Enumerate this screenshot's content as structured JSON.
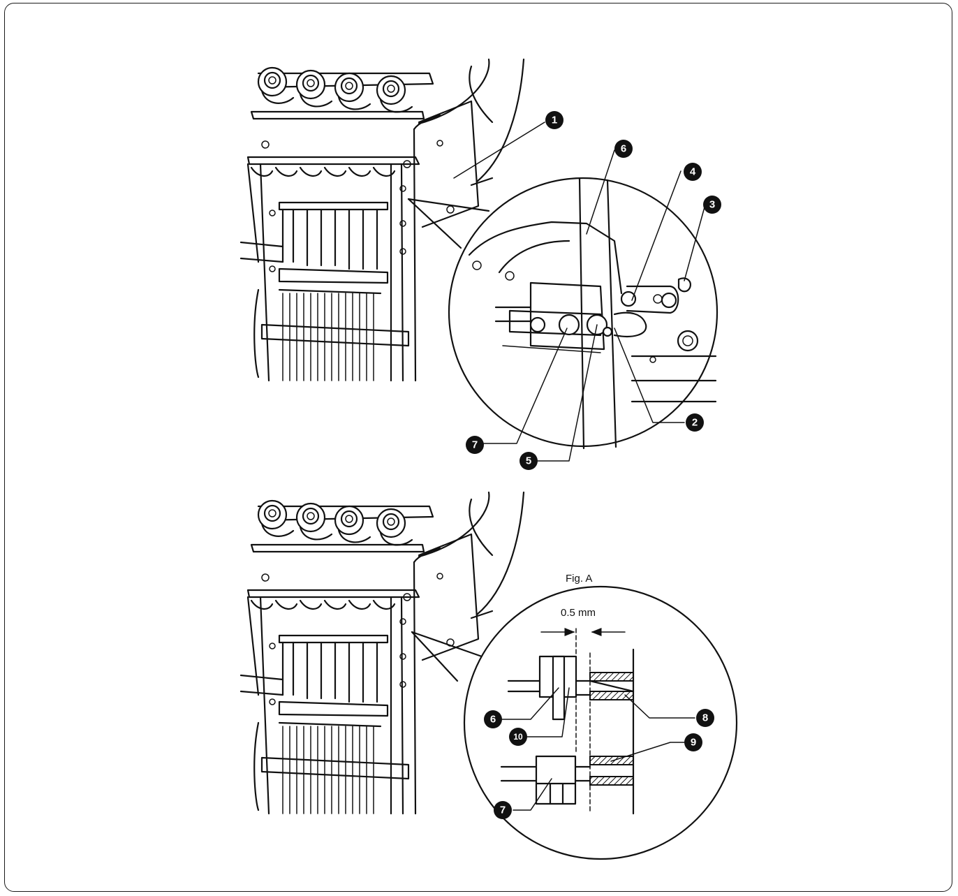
{
  "figure_a": {
    "title": "Fig. A",
    "dimension": "0.5 mm"
  },
  "callouts": {
    "c1": "1",
    "c2": "2",
    "c3": "3",
    "c4": "4",
    "c5": "5",
    "c6": "6",
    "c7": "7",
    "c8": "8",
    "c9": "9",
    "c10": "10"
  },
  "colors": {
    "ink": "#111111",
    "paper": "#ffffff",
    "frame": "#1a1a1a"
  }
}
